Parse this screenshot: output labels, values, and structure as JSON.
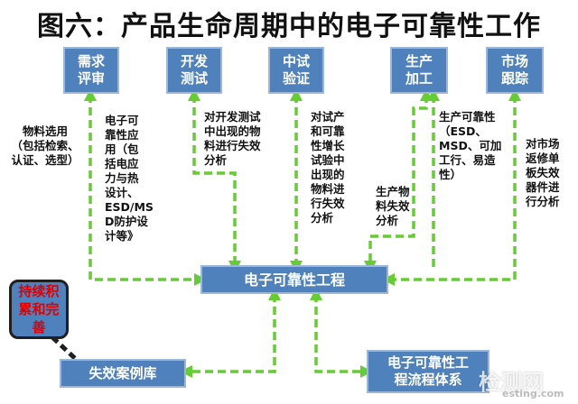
{
  "title": "图六：产品生命周期中的电子可靠性工作",
  "colors": {
    "box_fill": "#4f81bd",
    "arrow": "#66cc33",
    "callout_text": "#e00000"
  },
  "boxes": {
    "req_review": "需求\n评审",
    "dev_test": "开发\n测试",
    "mid_verify": "中试\n验证",
    "prod": "生产\n加工",
    "market": "市场\n跟踪",
    "center": "电子可靠性工程",
    "fail_lib": "失效案例库",
    "flow_sys": "电子可靠性工\n程流程体系"
  },
  "notes": {
    "material_sel": "物料选用\n（包括检索、\n认证、选型）",
    "reliability_app": "电子可\n靠性应\n用（包\n括电应\n力与热\n设计、\nESD/MS\nD防护设\n计等》",
    "dev_fail": "对开发测试\n中出现的物\n料进行失效\n分析",
    "trial_fail": "对试产\n和可靠\n性增长\n试验中\n出现的\n物料进\n行失效\n分析",
    "prod_rel": "生产可靠性\n（ESD、\nMSD、可加\n工行、易造\n性）",
    "prod_fail": "生产物\n料失效\n分析",
    "market_fail": "对市场\n返修单\n板失效\n器件进\n行分析"
  },
  "callout": "持续积\n累和完\n善",
  "watermark": {
    "text": "检测网",
    "sub": "esting.com"
  }
}
